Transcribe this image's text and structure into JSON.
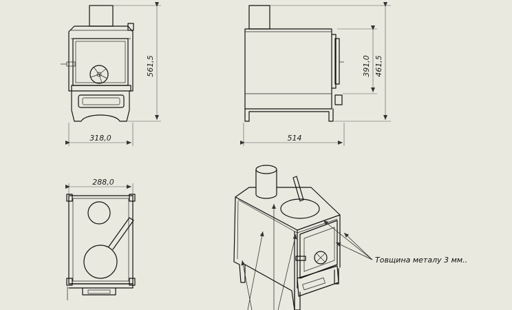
{
  "drawing": {
    "dimensions": {
      "front_height": "561,5",
      "front_width": "318,0",
      "side_inner_height": "391,0",
      "side_height": "461,5",
      "side_width": "514",
      "top_width": "288,0"
    },
    "annotation": "Товщина металу 3 мм..",
    "colors": {
      "background": "#e9e9df",
      "line": "#111111"
    }
  }
}
